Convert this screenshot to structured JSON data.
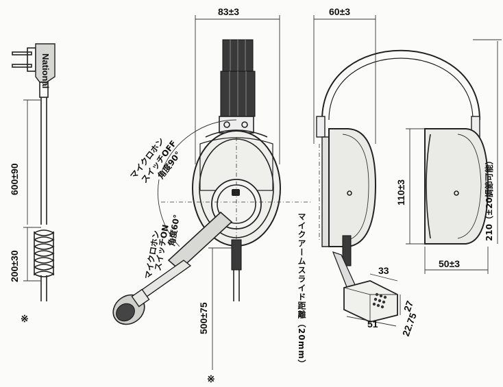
{
  "cable": {
    "plug_brand": "National",
    "length_label": "600±90",
    "coil_label": "200±30",
    "note_mark": "※"
  },
  "front_view": {
    "width_label": "83±3",
    "mic_off_label_1": "マイクロホン",
    "mic_off_label_2": "スイッチOFF",
    "mic_off_angle": "角度90°",
    "mic_on_label_1": "マイクロホン",
    "mic_on_label_2": "スイッチON",
    "mic_on_angle": "角度60°",
    "cord_label": "500±75",
    "note_mark": "※"
  },
  "side_view": {
    "depth_label": "60±3",
    "slide_label": "マイクアームスライド距離（20mm）",
    "box_width": "33",
    "box_length": "51",
    "box_height": "27",
    "box_depth": "22.75"
  },
  "ear_view": {
    "height_label": "110±3",
    "width_label": "50±3",
    "headband_label": "210（±20調節可能）"
  }
}
